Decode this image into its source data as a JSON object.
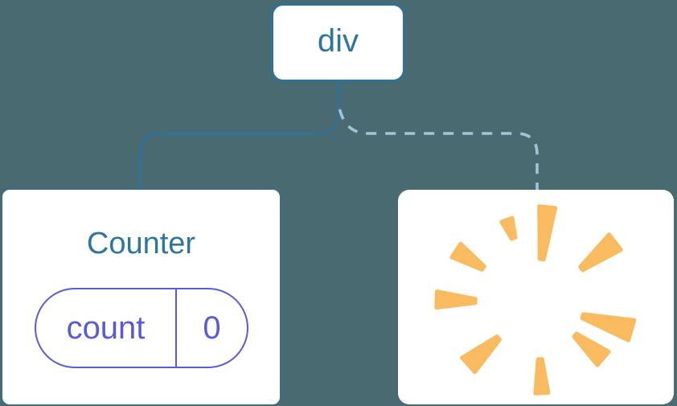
{
  "diagram": {
    "description": "component tree diagram",
    "root": {
      "label": "div"
    },
    "left_child": {
      "title": "Counter",
      "state": {
        "key": "count",
        "value": "0"
      }
    },
    "right_child": {
      "icon": "starburst-icon",
      "content": ""
    },
    "edges": [
      {
        "from": "div",
        "to": "Counter",
        "style": "solid"
      },
      {
        "from": "div",
        "to": "removed-slot",
        "style": "dashed"
      }
    ]
  },
  "colors": {
    "bg": "#4a6a72",
    "card_bg": "#ffffff",
    "node_border": "#2f7199",
    "node_text": "#2e769f",
    "state_pill": "#5b5bd6",
    "solid_edge": "#2f7199",
    "dashed_edge": "#a3c4d6",
    "starburst": "#f9ba60"
  }
}
